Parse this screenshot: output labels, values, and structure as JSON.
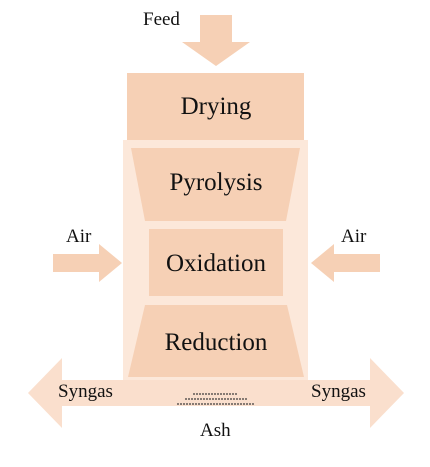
{
  "labels": {
    "feed": "Feed",
    "air_left": "Air",
    "air_right": "Air",
    "syngas_left": "Syngas",
    "syngas_right": "Syngas",
    "ash": "Ash"
  },
  "zones": {
    "drying": "Drying",
    "pyrolysis": "Pyrolysis",
    "oxidation": "Oxidation",
    "reduction": "Reduction"
  },
  "colors": {
    "stage_fill": "#f6d0b5",
    "reactor_body": "#fce8da",
    "arrow_fill": "#fadfcd",
    "ash_dots": "#333333"
  }
}
